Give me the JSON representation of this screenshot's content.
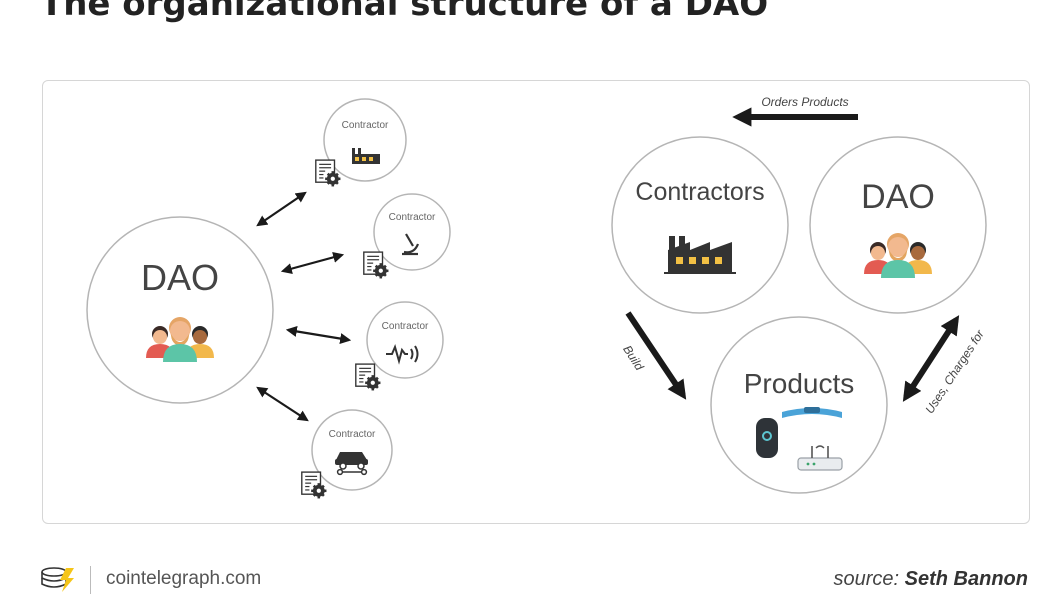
{
  "title": "The organizational structure of a DAO",
  "left": {
    "dao_label": "DAO",
    "contractor_labels": [
      "Contractor",
      "Contractor",
      "Contractor",
      "Contractor"
    ]
  },
  "right": {
    "contractors_label": "Contractors",
    "dao_label": "DAO",
    "products_label": "Products",
    "orders_products": "Orders Products",
    "build": "Build",
    "uses_charges_for": "Uses, Charges for"
  },
  "footer": {
    "site": "cointelegraph.com",
    "source_prefix": "source:",
    "source_name": "Seth Bannon"
  },
  "icons": {
    "people": "people-group-icon",
    "factory": "factory-icon",
    "contract": "contract-gear-icon",
    "microscope": "microscope-icon",
    "signal": "signal-wave-icon",
    "car": "car-icon",
    "speaker": "smart-speaker-icon",
    "band": "fitness-band-icon",
    "router": "router-icon"
  },
  "colors": {
    "circle_stroke": "#b5b5b5",
    "arrow": "#1a1a1a",
    "text": "#444444",
    "skin": "#f2b98f",
    "shirt": "#5cc5a7"
  }
}
